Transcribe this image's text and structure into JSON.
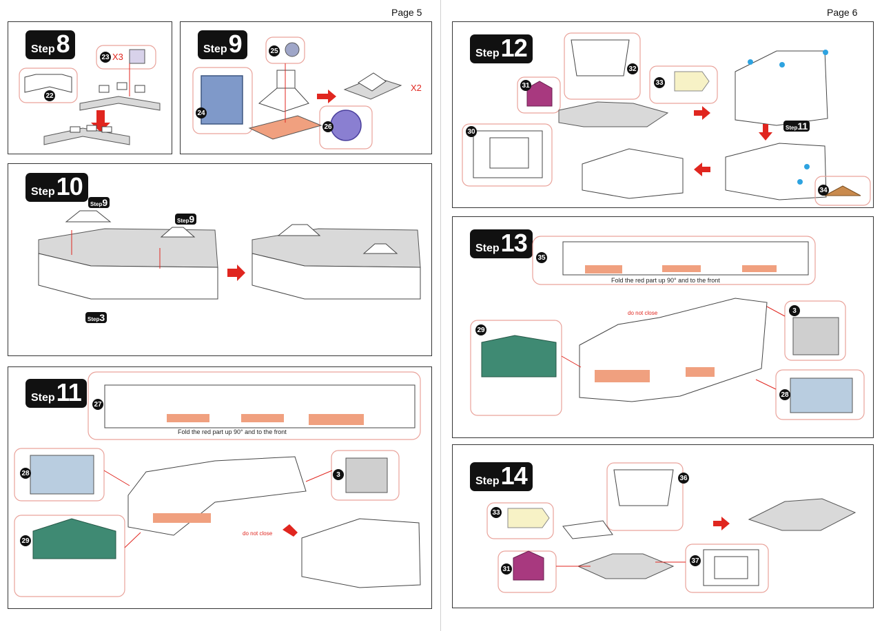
{
  "pages": {
    "left": "Page 5",
    "right": "Page 6"
  },
  "step_word": "Step",
  "steps": {
    "s8": {
      "num": "8",
      "qty": "X3",
      "parts": [
        "23",
        "22"
      ]
    },
    "s9": {
      "num": "9",
      "qty": "X2",
      "parts": [
        "25",
        "24",
        "26"
      ]
    },
    "s10": {
      "num": "10",
      "refs": [
        "9",
        "9",
        "3"
      ]
    },
    "s11": {
      "num": "11",
      "parts": [
        "27",
        "28",
        "3",
        "29"
      ],
      "caption": "Fold the red part up 90° and to the front",
      "note": "do not close"
    },
    "s12": {
      "num": "12",
      "parts": [
        "32",
        "31",
        "33",
        "30",
        "34"
      ],
      "ref": "11"
    },
    "s13": {
      "num": "13",
      "parts": [
        "35",
        "29",
        "3",
        "28"
      ],
      "caption": "Fold the red part up 90° and to the front",
      "note": "do not close"
    },
    "s14": {
      "num": "14",
      "parts": [
        "36",
        "33",
        "31",
        "37"
      ]
    }
  },
  "colors": {
    "accent_red": "#e0261f",
    "callout_pink": "#e9a29a",
    "part_blue": "#7f99c9",
    "part_purple": "#8a7fd1",
    "part_green": "#3f8a73",
    "part_magenta": "#a8397f",
    "part_yellow": "#f7f2c6",
    "part_orange": "#f0a07f",
    "part_tan": "#c98a4d",
    "part_lightblue": "#b9cde0"
  }
}
